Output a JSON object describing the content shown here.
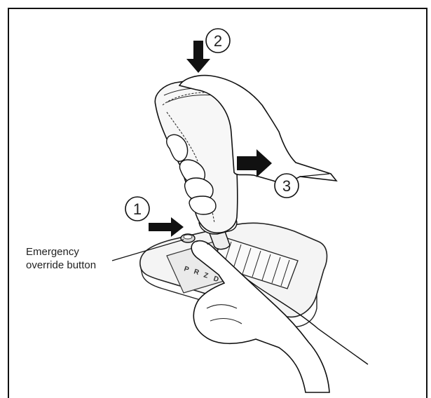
{
  "callouts": {
    "step1": "1",
    "step2": "2",
    "step3": "3"
  },
  "label": {
    "line1": "Emergency",
    "line2": "override button"
  },
  "gate_letters": [
    "P",
    "R",
    "Z",
    "D"
  ]
}
